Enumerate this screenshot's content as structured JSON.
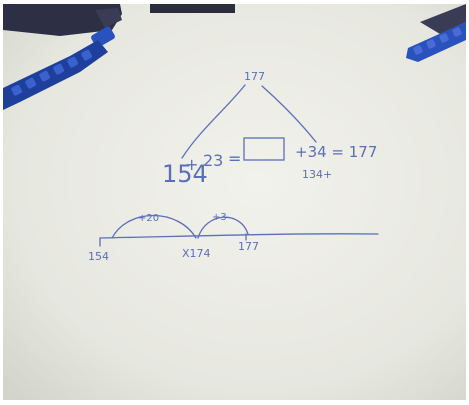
{
  "colors": {
    "paper": "#eeeee6",
    "ink": "#5b6fb8",
    "cube_blue": "#1f3f9c",
    "cube_dark": "#2d2f45"
  },
  "worksheet": {
    "tree_top": "177",
    "left_term": "154",
    "plus_sign": "+",
    "middle_term": "23",
    "equals_sign": "=",
    "right_expression": "+34 = 177",
    "below_right": "134+",
    "number_line": {
      "start": "154",
      "middle": "X174",
      "end": "177",
      "jump1": "+20",
      "jump2": "+3"
    }
  }
}
